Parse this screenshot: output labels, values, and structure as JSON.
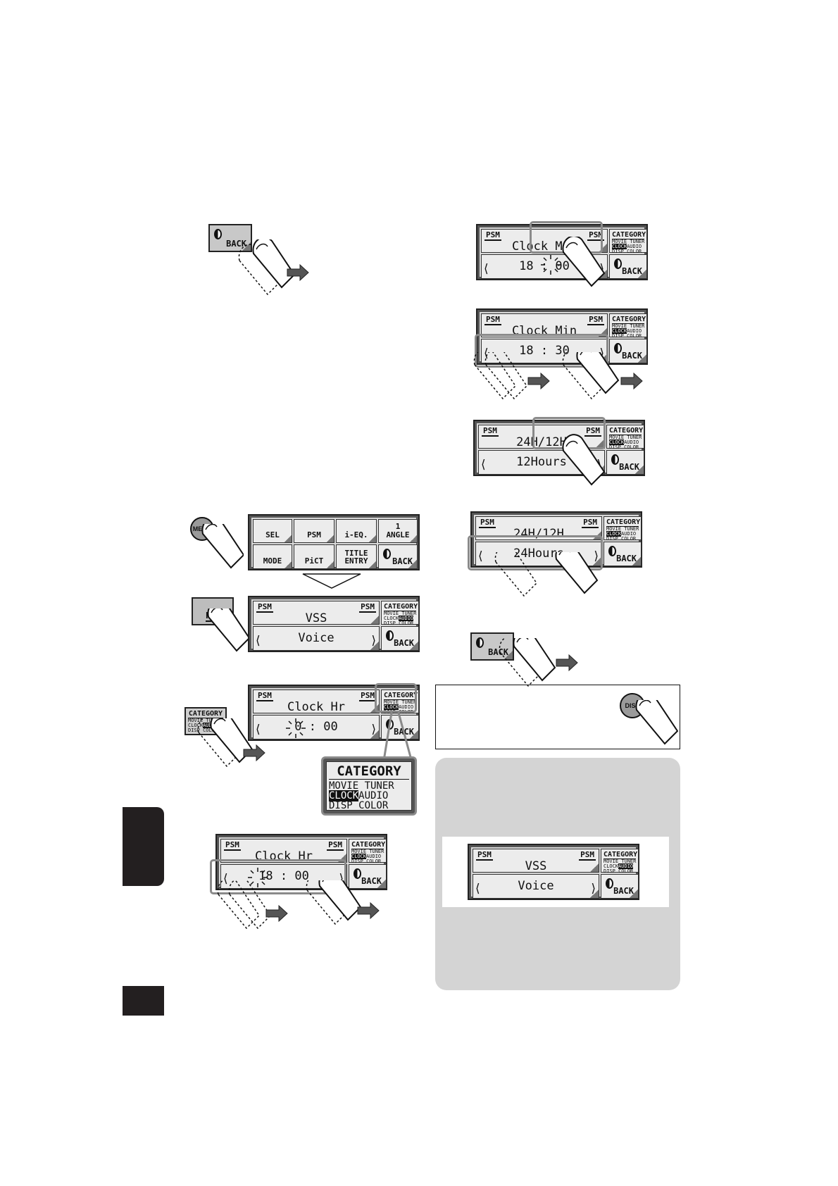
{
  "step_back": {
    "back_label": "BACK"
  },
  "screen_clock_min": {
    "psm_left": "PSM",
    "psm_right": "PSM",
    "title": "Clock Min",
    "value": "18 : 00",
    "category": {
      "title": "CATEGORY",
      "row1": "MOVIE TUNER",
      "row2a": "CLOCK",
      "row2b": "AUDIO",
      "row3": "DISP  COLOR"
    },
    "back_label": "BACK"
  },
  "screen_clock_min_set": {
    "psm_left": "PSM",
    "psm_right": "PSM",
    "title": "Clock Min",
    "value": "18 : 30",
    "category": {
      "title": "CATEGORY",
      "row1": "MOVIE TUNER",
      "row2a": "CLOCK",
      "row2b": "AUDIO",
      "row3": "DISP  COLOR"
    },
    "back_label": "BACK"
  },
  "screen_24h_12h": {
    "psm_left": "PSM",
    "psm_right": "PSM",
    "title": "24H/12H",
    "value": "12Hours",
    "category": {
      "title": "CATEGORY",
      "row1": "MOVIE TUNER",
      "row2a": "CLOCK",
      "row2b": "AUDIO",
      "row3": "DISP  COLOR"
    },
    "back_label": "BACK"
  },
  "screen_24hours": {
    "psm_left": "PSM",
    "psm_right": "PSM",
    "title": "24H/12H",
    "value": "24Hours",
    "category": {
      "title": "CATEGORY",
      "row1": "MOVIE TUNER",
      "row2a": "CLOCK",
      "row2b": "AUDIO",
      "row3": "DISP  COLOR"
    },
    "back_label": "BACK"
  },
  "step_back_right": {
    "back_label": "BACK"
  },
  "disp_box": {
    "disp_label": "DISP"
  },
  "menu_button": {
    "label": "MENU"
  },
  "menu_grid": {
    "sel": "SEL",
    "psm": "PSM",
    "ieq": "i-EQ.",
    "angle_num": "1",
    "angle": "ANGLE",
    "mode": "MODE",
    "pict": "PiCT",
    "title1": "TITLE",
    "title2": "ENTRY",
    "back": "BACK"
  },
  "psm_button": {
    "label": "PSM"
  },
  "screen_vss": {
    "psm_left": "PSM",
    "psm_right": "PSM",
    "title": "VSS",
    "value": "Voice",
    "category": {
      "title": "CATEGORY",
      "row1": "MOVIE TUNER",
      "row2a": "CLOCK",
      "row2b": "AUDIO",
      "row3": "DISP  COLOR"
    },
    "back_label": "BACK"
  },
  "category_button": {
    "title": "CATEGORY",
    "row1": "MOVIE TUNER",
    "row2a": "CLOCK",
    "row2b": "AUDIO",
    "row3": "DISP  COLOR"
  },
  "screen_clock_hr": {
    "psm_left": "PSM",
    "psm_right": "PSM",
    "title": "Clock Hr",
    "value": "0 : 00",
    "category": {
      "title": "CATEGORY",
      "row1": "MOVIE TUNER",
      "row2a": "CLOCK",
      "row2b": "AUDIO",
      "row3": "DISP  COLOR"
    },
    "back_label": "BACK"
  },
  "category_zoom": {
    "title": "CATEGORY",
    "row1": "MOVIE TUNER",
    "row2a": "CLOCK",
    "row2b": "AUDIO",
    "row3": "DISP  COLOR"
  },
  "screen_clock_hr_set": {
    "psm_left": "PSM",
    "psm_right": "PSM",
    "title": "Clock Hr",
    "value": "18 : 00",
    "category": {
      "title": "CATEGORY",
      "row1": "MOVIE TUNER",
      "row2a": "CLOCK",
      "row2b": "AUDIO",
      "row3": "DISP  COLOR"
    },
    "back_label": "BACK"
  },
  "grey_box_screen": {
    "psm_left": "PSM",
    "psm_right": "PSM",
    "title": "VSS",
    "value": "Voice",
    "category": {
      "title": "CATEGORY",
      "row1": "MOVIE TUNER",
      "row2a": "CLOCK",
      "row2b": "AUDIO",
      "row3": "DISP  COLOR"
    },
    "back_label": "BACK"
  },
  "colors": {
    "side_tab": "#231f20",
    "grey_box": "#d4d4d4",
    "highlight": "#8a8a8a"
  }
}
